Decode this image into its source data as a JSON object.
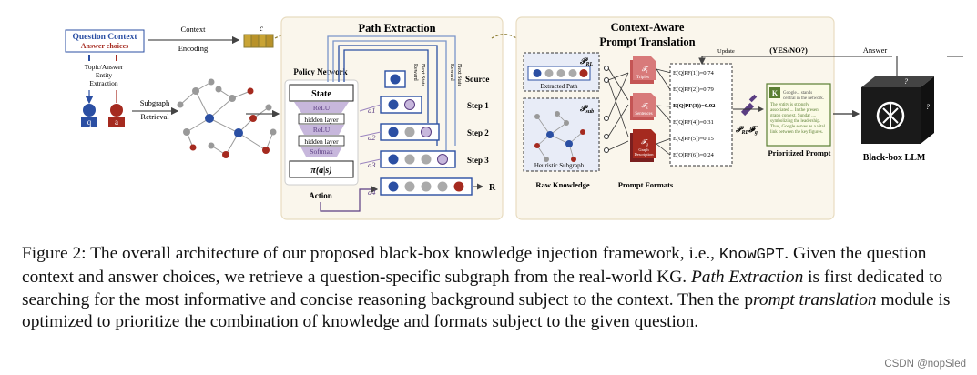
{
  "figure": {
    "question_context": "Question Context",
    "answer_choices": "Answer choices",
    "topic_entity": "Topic/Answer Entity Extraction",
    "context_encoding": "Context Encoding",
    "c_label": "c",
    "q_label": "q",
    "a_label": "a",
    "subgraph_retrieval": "Subgraph Retrieval",
    "path_extraction": "Path Extraction",
    "policy_network": "Policy Network",
    "state": "State",
    "relu1": "ReLU",
    "hidden1": "hidden layer",
    "relu2": "ReLU",
    "hidden2": "hidden layer",
    "softmax": "Softmax",
    "policy": "π(a|s)",
    "action": "Action",
    "actions": [
      "a1",
      "a2",
      "a3",
      "a4"
    ],
    "reward_labels": [
      "Reward",
      "Next State",
      "Reward",
      "Next State"
    ],
    "source": "Source",
    "steps": [
      "Step 1",
      "Step 2",
      "Step 3"
    ],
    "r_label": "R",
    "prompt_translation": "Context-Aware Prompt Translation",
    "p_rl": "P_RL",
    "extracted_path": "Extracted Path",
    "p_sub": "P_sub",
    "heuristic_subgraph": "Heuristic Subgraph",
    "raw_knowledge": "Raw Knowledge",
    "prompt_formats": "Prompt Formats",
    "triples": "Triples",
    "sentences": "Sentences",
    "graph_description": "Graph Description",
    "scores": [
      "E(Q|PF(1))=0.74",
      "E(Q|PF(2))=0.79",
      "E(Q|PF(3))=0.92",
      "E(Q|PF(4))=0.31",
      "E(Q|PF(5))=0.15",
      "E(Q|PF(6))=0.24"
    ],
    "update": "Update",
    "yes_no": "(YES/NO?)",
    "answer": "Answer",
    "prl_fg": "P_RL F_g",
    "prompt_text": "Google... stands central in the network. The entity is strongly associated ... In the present graph context, Sundar ..., symbolizing the leadership. Thus, Google serves as a vital link between the key figures.",
    "prioritized_prompt": "Prioritized Prompt",
    "blackbox_llm": "Black-box LLM"
  },
  "caption": {
    "label": "Figure 2: ",
    "text1": "The overall architecture of our proposed black-box knowledge injection framework, i.e., ",
    "system": "KnowGPT",
    "text2": ". Given the question context and answer choices, we retrieve a question-specific subgraph from the real-world KG. ",
    "italic1": "Path Extraction",
    "text3": " is first dedicated to searching for the most informative and concise reasoning background subject to the context. Then the p",
    "italic2": "rompt translation",
    "text4": " module is optimized to prioritize the combination of knowledge and formats subject to the given question."
  },
  "watermark": "CSDN @nopSled",
  "colors": {
    "blue": "#2b4fa3",
    "red": "#a52a1f",
    "panel": "#faf6ec",
    "panel_border": "#e8dcc0",
    "green_box": "#5b7f33",
    "pink_doc": "#c45555"
  }
}
